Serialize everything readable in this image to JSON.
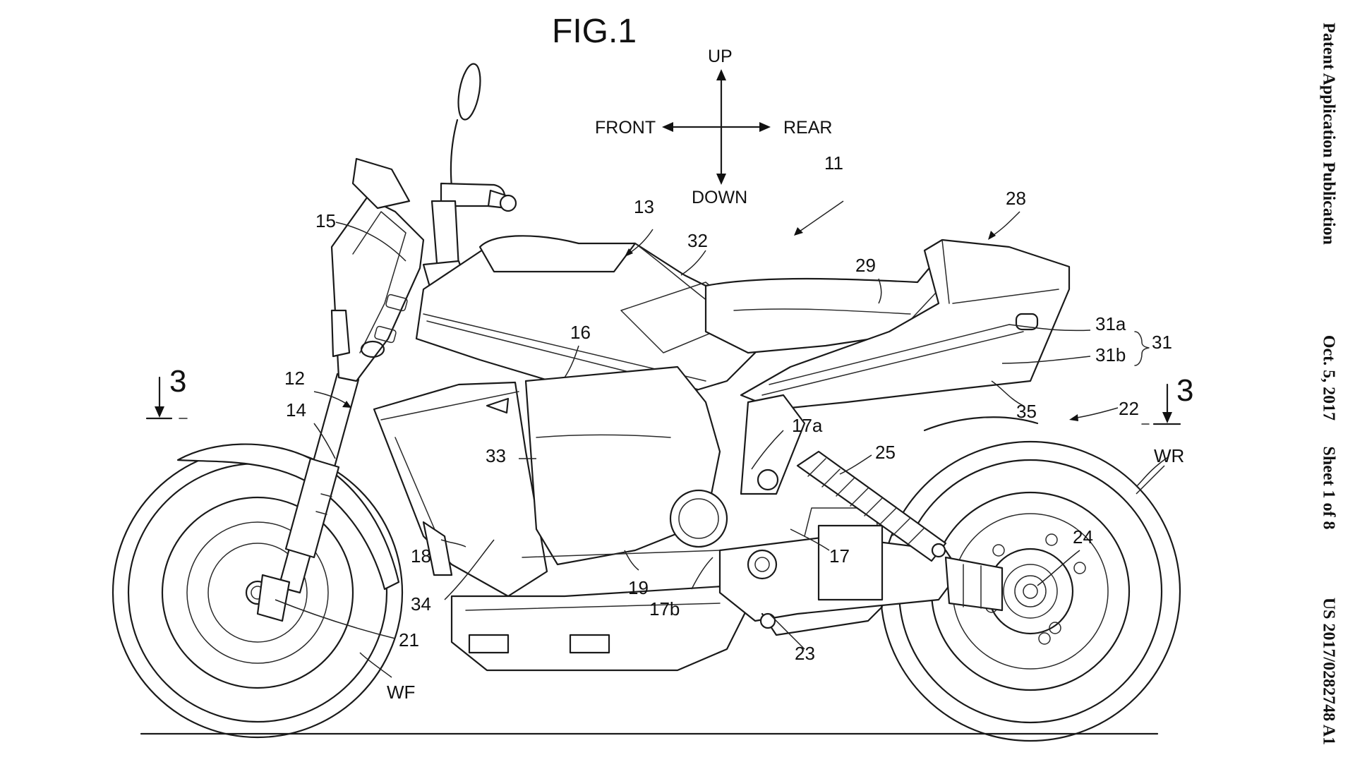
{
  "figure": {
    "title": "FIG.1"
  },
  "directions": {
    "up": "UP",
    "down": "DOWN",
    "front": "FRONT",
    "rear": "REAR"
  },
  "section_marks": {
    "left": "3",
    "right": "3"
  },
  "reference_numerals": {
    "r11": "11",
    "r12": "12",
    "r13": "13",
    "r14": "14",
    "r15": "15",
    "r16": "16",
    "r17": "17",
    "r17a": "17a",
    "r17b": "17b",
    "r18": "18",
    "r19": "19",
    "r21": "21",
    "r22": "22",
    "r23": "23",
    "r24": "24",
    "r25": "25",
    "r28": "28",
    "r29": "29",
    "r31": "31",
    "r31a": "31a",
    "r31b": "31b",
    "r32": "32",
    "r33": "33",
    "r34": "34",
    "r35": "35",
    "wf": "WF",
    "wr": "WR"
  },
  "header": {
    "publication": "Patent Application Publication",
    "date": "Oct. 5, 2017",
    "sheet": "Sheet 1 of 8",
    "number": "US 2017/0282748 A1"
  },
  "colors": {
    "ink": "#111111",
    "paper": "#ffffff"
  }
}
